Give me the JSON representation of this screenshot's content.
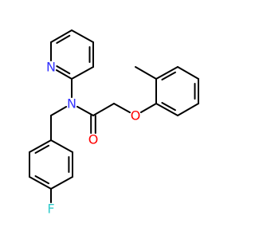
{
  "atoms": {
    "pyridine_nitrogen": "N",
    "amide_nitrogen": "N",
    "carbonyl_oxygen": "O",
    "ether_oxygen": "O",
    "fluorine": "F"
  },
  "colors": {
    "nitrogen": "#3333ff",
    "oxygen": "#ff0000",
    "fluorine": "#33cccc",
    "bond": "#000000",
    "background": "#ffffff"
  }
}
